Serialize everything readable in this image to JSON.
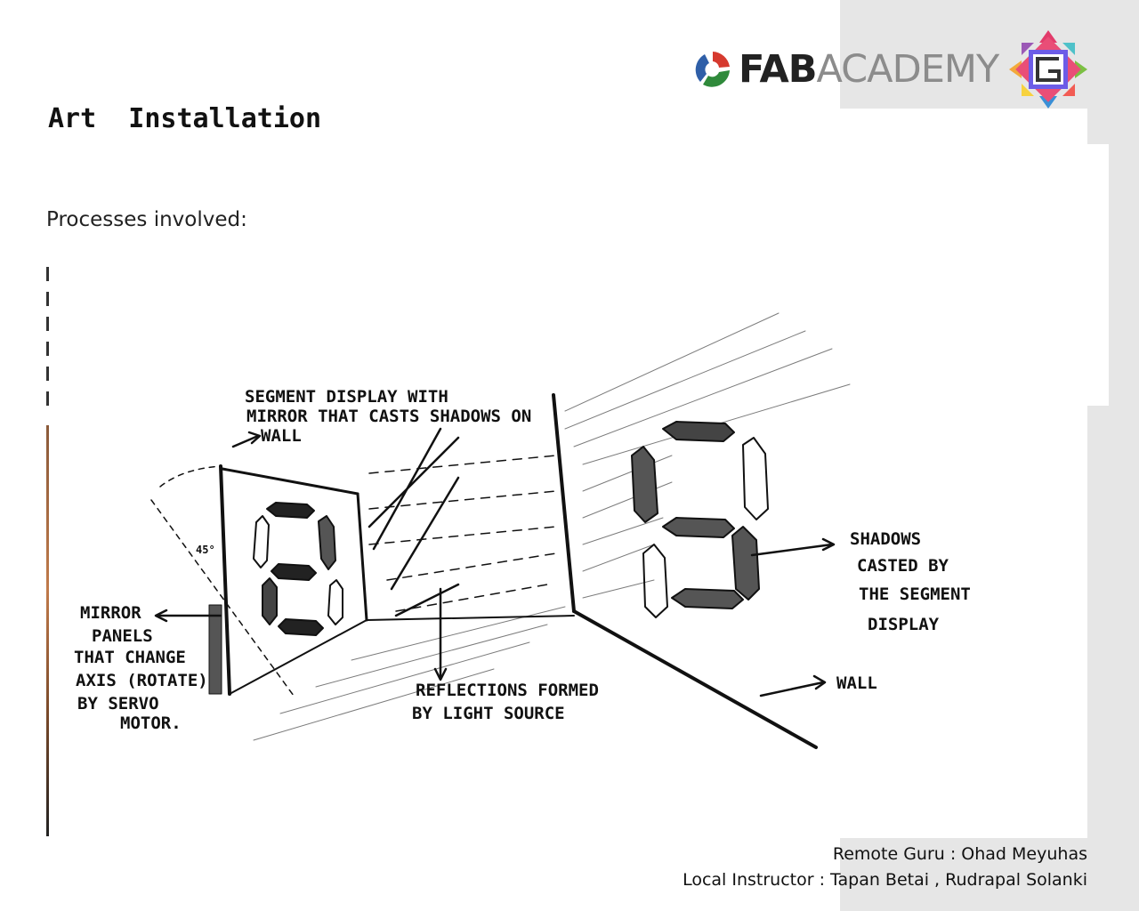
{
  "logo": {
    "fab": "FAB",
    "academy": "ACADEMY"
  },
  "slide": {
    "title": "Art  Installation",
    "subtitle": "Processes involved:"
  },
  "sketch": {
    "label_segment": [
      "SEGMENT DISPLAY WITH",
      "MIRROR THAT CASTS SHADOWS ON",
      "WALL"
    ],
    "label_mirror": [
      "MIRROR",
      "PANELS",
      "THAT CHANGE",
      "AXIS (ROTATE)",
      "BY SERVO",
      "MOTOR."
    ],
    "label_reflections": [
      "REFLECTIONS FORMED",
      "BY LIGHT SOURCE"
    ],
    "label_shadows": [
      "SHADOWS",
      "CASTED BY",
      "THE SEGMENT",
      "DISPLAY"
    ],
    "label_wall": "WALL",
    "angle": "45°"
  },
  "footer": {
    "remote_guru": "Remote Guru : Ohad Meyuhas",
    "local_instructor": "Local Instructor : Tapan Betai , Rudrapal Solanki"
  }
}
